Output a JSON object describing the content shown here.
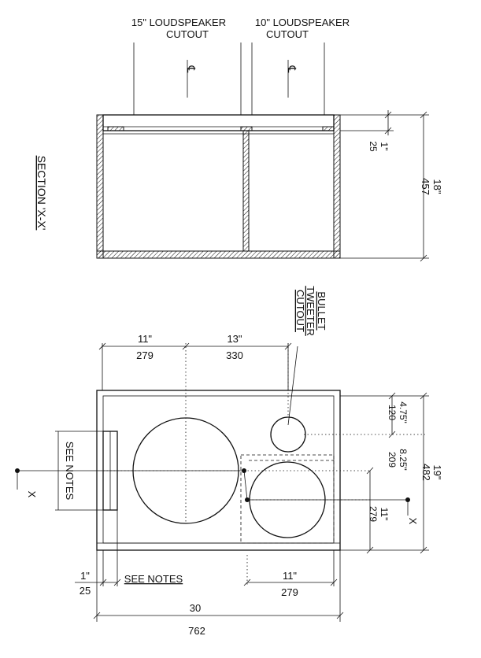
{
  "section": {
    "title": "SECTION 'X-X'",
    "cutout15_line1": "15\" LOUDSPEAKER",
    "cutout15_line2": "CUTOUT",
    "cutout10_line1": "10\" LOUDSPEAKER",
    "cutout10_line2": "CUTOUT",
    "centerline_symbol": "℄",
    "dim_thickness_in": "1\"",
    "dim_thickness_mm": "25",
    "dim_depth_in": "18\"",
    "dim_depth_mm": "457"
  },
  "front": {
    "tweeter_line1": "BULLET",
    "tweeter_line2": "TWEETER",
    "tweeter_line3": "CUTOUT",
    "dim_11_in": "11\"",
    "dim_11_mm": "279",
    "dim_13_in": "13\"",
    "dim_13_mm": "330",
    "dim_475_in": "4.75\"",
    "dim_475_mm": "120",
    "dim_825_in": "8.25\"",
    "dim_825_mm": "209",
    "dim_19_in": "19\"",
    "dim_19_mm": "482",
    "dim_11b_in": "11\"",
    "dim_11b_mm": "279",
    "dim_11c_in": "11\"",
    "dim_11c_mm": "279",
    "dim_1_in": "1\"",
    "dim_1_mm": "25",
    "dim_30_in": "30",
    "dim_30_mm": "762",
    "see_notes_side": "SEE NOTES",
    "see_notes_bottom": "SEE NOTES",
    "section_mark_left": "X",
    "section_mark_right": "X"
  }
}
